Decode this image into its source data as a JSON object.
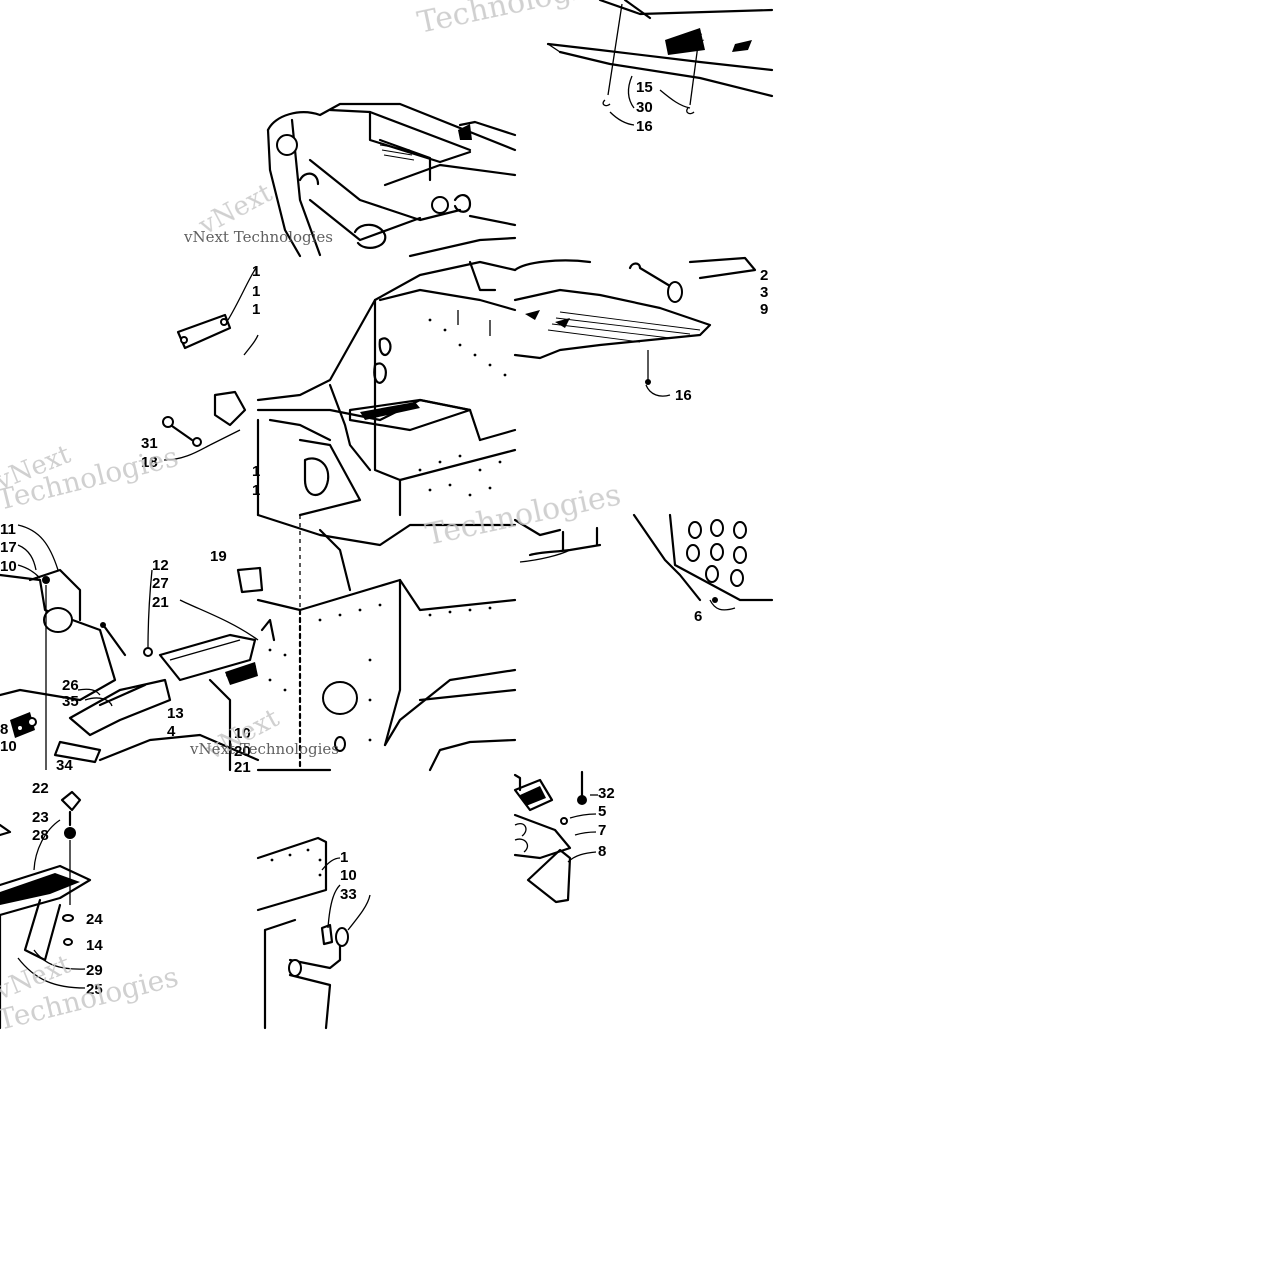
{
  "watermark": {
    "brand": "Technologies",
    "brand_alt": "vNext",
    "line": "vNext Technologies"
  },
  "callouts": [
    {
      "id": "c15",
      "text": "15"
    },
    {
      "id": "c30",
      "text": "30"
    },
    {
      "id": "c16a",
      "text": "16"
    },
    {
      "id": "c2",
      "text": "2"
    },
    {
      "id": "c3",
      "text": "3"
    },
    {
      "id": "c9",
      "text": "9"
    },
    {
      "id": "c16b",
      "text": "16"
    },
    {
      "id": "c1a",
      "text": "1"
    },
    {
      "id": "c1b",
      "text": "1"
    },
    {
      "id": "c1c",
      "text": "1"
    },
    {
      "id": "c31",
      "text": "31"
    },
    {
      "id": "c18a",
      "text": "18"
    },
    {
      "id": "c1d",
      "text": "1"
    },
    {
      "id": "c1e",
      "text": "1"
    },
    {
      "id": "c11",
      "text": "11"
    },
    {
      "id": "c17",
      "text": "17"
    },
    {
      "id": "c10a",
      "text": "10"
    },
    {
      "id": "c12",
      "text": "12"
    },
    {
      "id": "c27",
      "text": "27"
    },
    {
      "id": "c21a",
      "text": "21"
    },
    {
      "id": "c19",
      "text": "19"
    },
    {
      "id": "c26",
      "text": "26"
    },
    {
      "id": "c35",
      "text": "35"
    },
    {
      "id": "c13",
      "text": "13"
    },
    {
      "id": "c4",
      "text": "4"
    },
    {
      "id": "c8a",
      "text": "8"
    },
    {
      "id": "c10b",
      "text": "10"
    },
    {
      "id": "c34",
      "text": "34"
    },
    {
      "id": "c10c",
      "text": "10"
    },
    {
      "id": "c20",
      "text": "20"
    },
    {
      "id": "c21b",
      "text": "21"
    },
    {
      "id": "c6",
      "text": "6"
    },
    {
      "id": "c22",
      "text": "22"
    },
    {
      "id": "c23",
      "text": "23"
    },
    {
      "id": "c28",
      "text": "28"
    },
    {
      "id": "c24",
      "text": "24"
    },
    {
      "id": "c14",
      "text": "14"
    },
    {
      "id": "c29",
      "text": "29"
    },
    {
      "id": "c25",
      "text": "25"
    },
    {
      "id": "c1f",
      "text": "1"
    },
    {
      "id": "c10d",
      "text": "10"
    },
    {
      "id": "c33",
      "text": "33"
    },
    {
      "id": "c32",
      "text": "32"
    },
    {
      "id": "c5",
      "text": "5"
    },
    {
      "id": "c7",
      "text": "7"
    },
    {
      "id": "c8b",
      "text": "8"
    }
  ]
}
